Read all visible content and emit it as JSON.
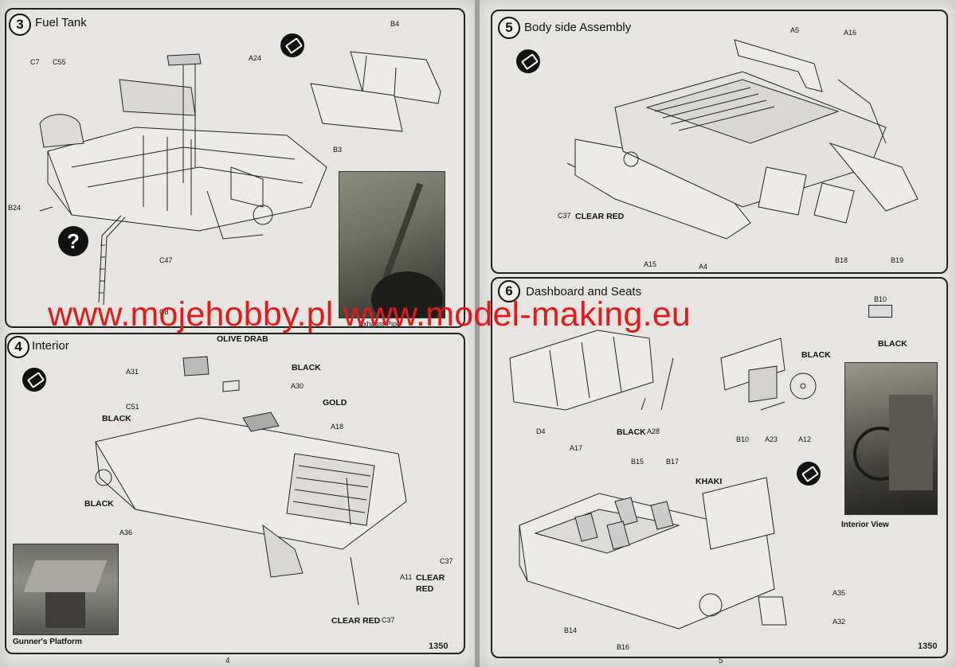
{
  "left_page": {
    "page_number": "4",
    "product_code": "1350",
    "step3": {
      "number": "3",
      "title": "Fuel Tank"
    },
    "step4": {
      "number": "4",
      "title": "Interior"
    },
    "parts3": [
      "C7",
      "C55",
      "A24",
      "B4",
      "B3",
      "B24",
      "C47",
      "C8"
    ],
    "parts4": {
      "olive_drab": "OLIVE DRAB",
      "a31": "A31",
      "black_a30": "BLACK",
      "a30": "A30",
      "c51": "C51",
      "black_c51": "BLACK",
      "gold": "GOLD",
      "a18": "A18",
      "black_left": "BLACK",
      "a36": "A36",
      "c37_right": "C37",
      "a11": "A11",
      "clear_red_a": "CLEAR",
      "clear_red_b": "RED",
      "clear_red_bottom": "CLEAR RED",
      "c37_bottom": "C37"
    },
    "photo_exhaust_caption": "Exhaust Pipe",
    "photo_gunner_caption": "Gunner's Platform"
  },
  "right_page": {
    "page_number": "5",
    "product_code": "1350",
    "step5": {
      "number": "5",
      "title": "Body side Assembly"
    },
    "step6": {
      "number": "6",
      "title": "Dashboard and Seats"
    },
    "parts5": [
      "A5",
      "A16",
      "C37",
      "CLEAR RED",
      "A15",
      "A4",
      "B18",
      "B19"
    ],
    "parts6": {
      "b10_top": "B10",
      "black_b10": "BLACK",
      "black_wheel": "BLACK",
      "d4": "D4",
      "a17": "A17",
      "black_a28": "BLACK",
      "a28": "A28",
      "b10": "B10",
      "a23": "A23",
      "a12": "A12",
      "b15": "B15",
      "b17": "B17",
      "khaki": "KHAKI",
      "b14": "B14",
      "b16": "B16",
      "a35": "A35",
      "a32": "A32"
    },
    "photo_interior_caption": "Interior View"
  },
  "watermark": "www.mojehobby.pl www.model-making.eu",
  "colors": {
    "watermark": "#e31a1a",
    "paper": "#e6e5e1",
    "ink": "#111111"
  },
  "icons": [
    "paint-bucket-icon",
    "question-mark-icon"
  ]
}
